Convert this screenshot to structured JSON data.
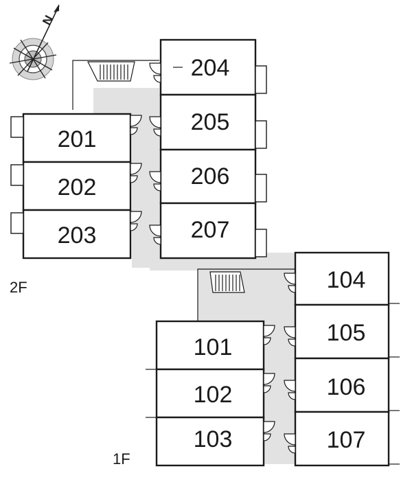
{
  "compass": {
    "north_label": "N",
    "icon": "compass-rose-icon"
  },
  "floors": [
    {
      "label": "2F",
      "rooms": [
        "201",
        "202",
        "203",
        "204",
        "205",
        "206",
        "207"
      ]
    },
    {
      "label": "1F",
      "rooms": [
        "101",
        "102",
        "103",
        "104",
        "105",
        "106",
        "107"
      ]
    }
  ]
}
